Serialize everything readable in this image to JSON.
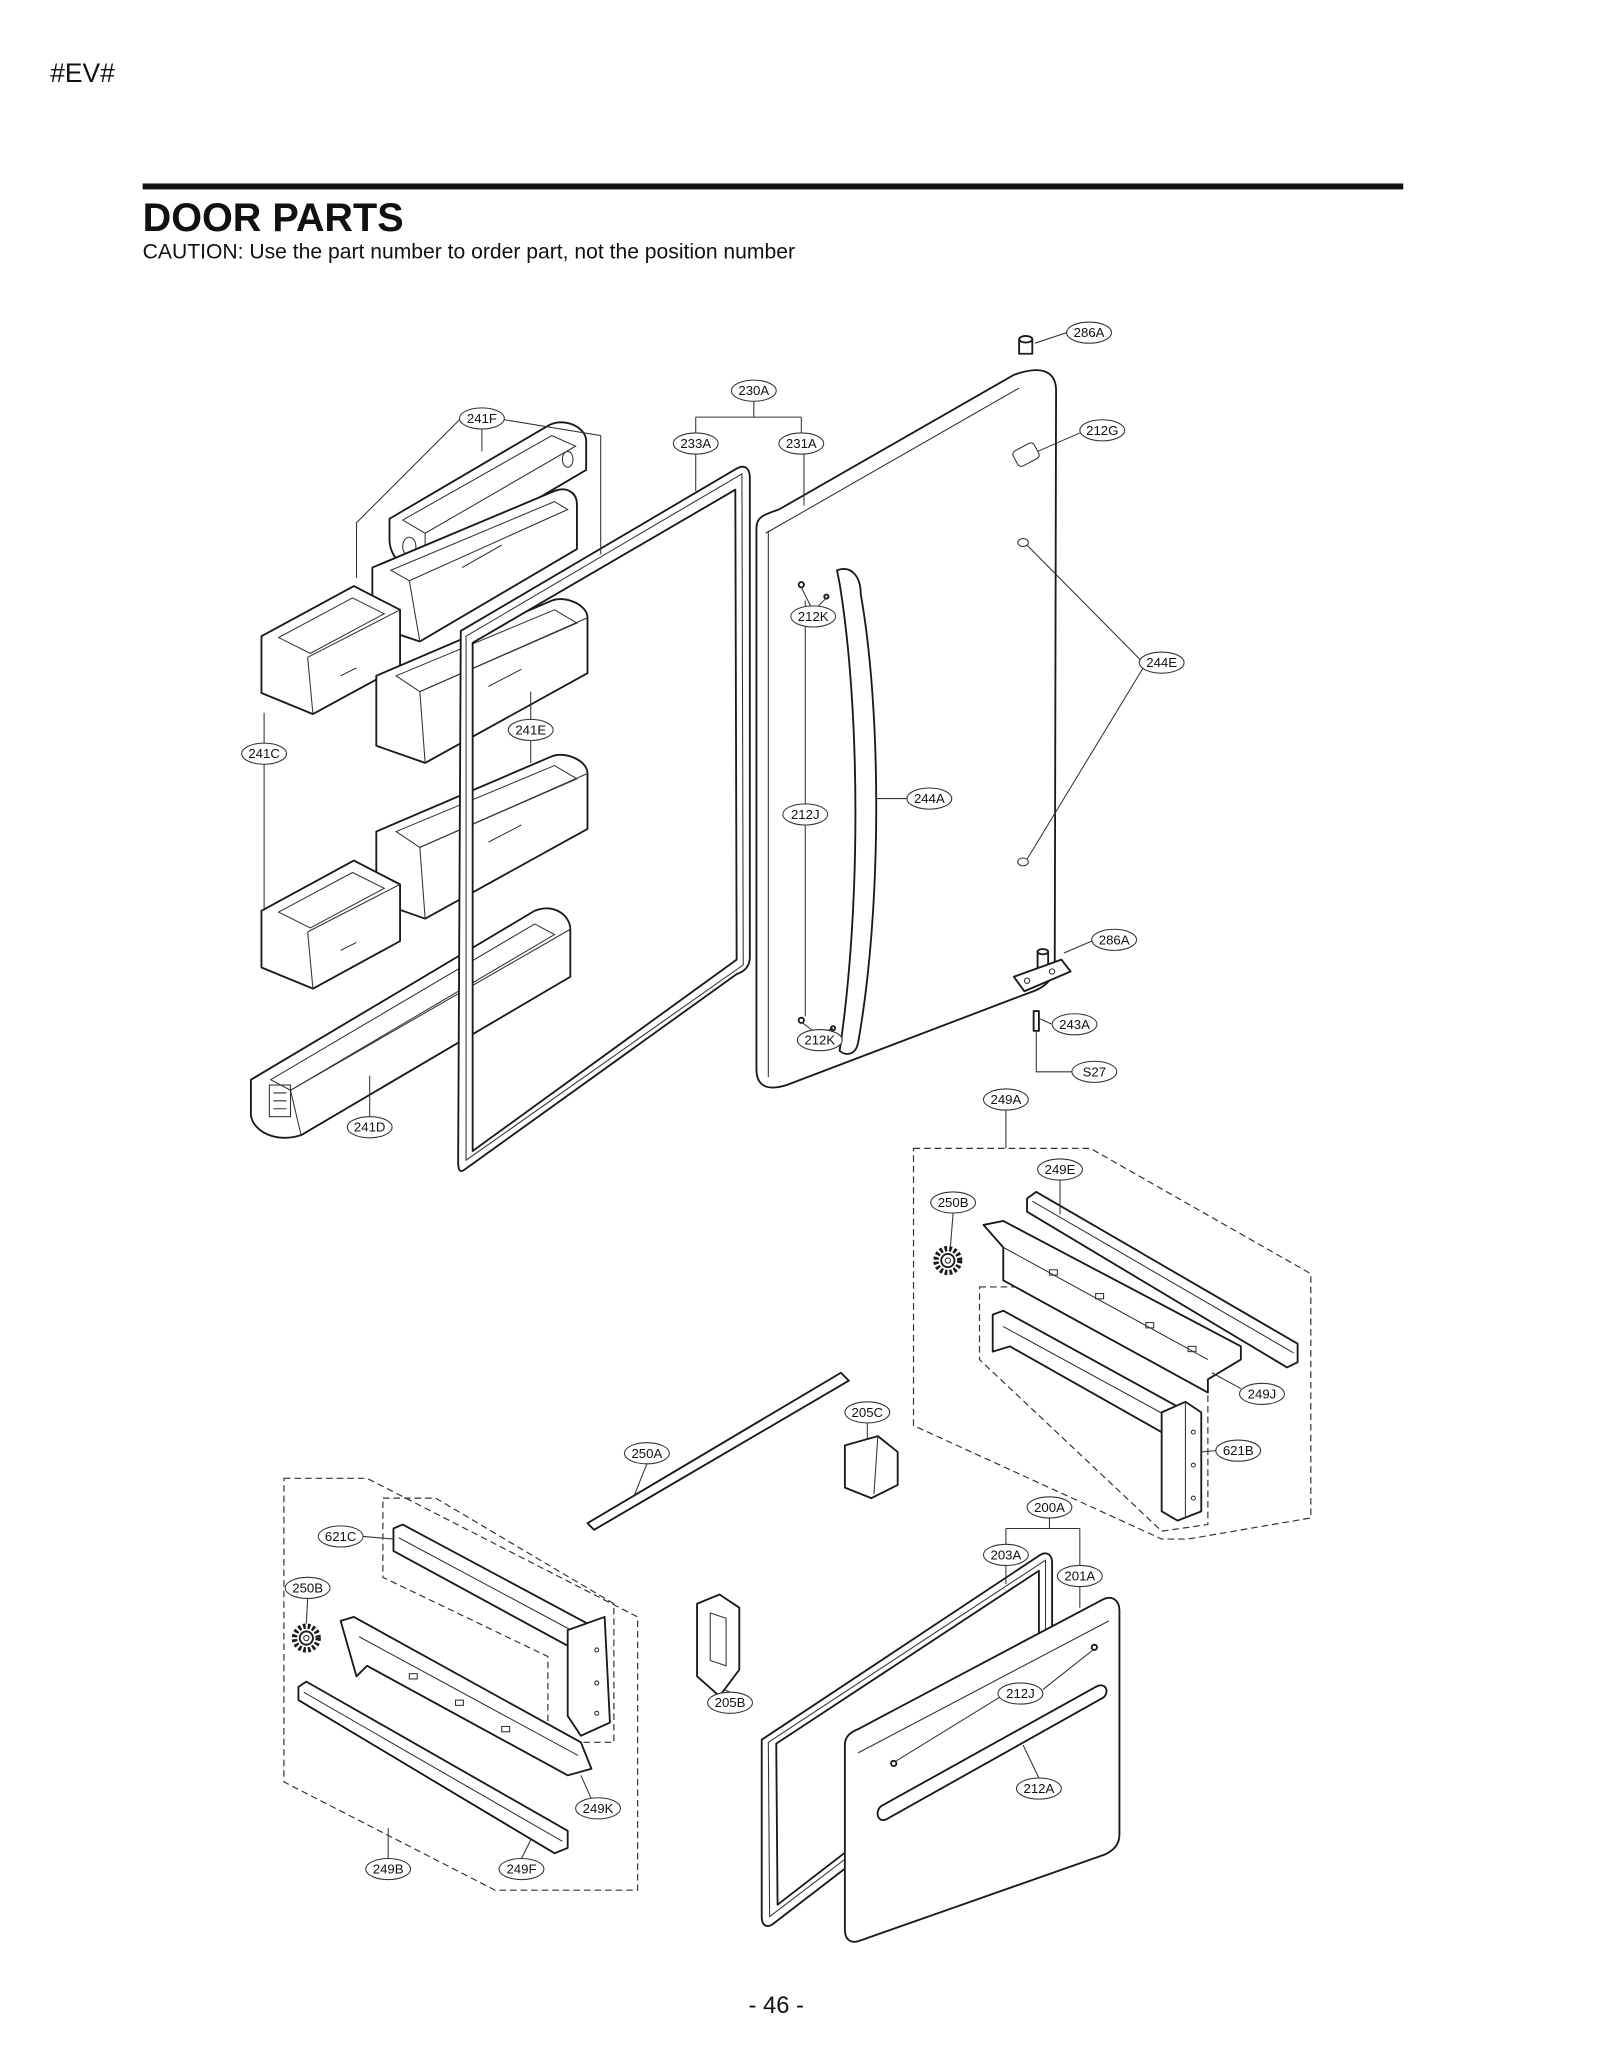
{
  "header": {
    "code": "#EV#",
    "title": "DOOR PARTS",
    "caution": "CAUTION: Use the part number to order part, not the position number"
  },
  "callouts": [
    "286A",
    "230A",
    "241F",
    "212G",
    "233A",
    "231A",
    "212K",
    "244E",
    "241E",
    "241C",
    "244A",
    "212J",
    "286A",
    "243A",
    "212K",
    "S27",
    "249A",
    "241D",
    "249E",
    "250B",
    "249J",
    "205C",
    "621B",
    "250A",
    "200A",
    "621C",
    "203A",
    "201A",
    "250B",
    "212J",
    "205B",
    "212A",
    "249K",
    "249B",
    "249F"
  ],
  "page_number": "- 46 -"
}
